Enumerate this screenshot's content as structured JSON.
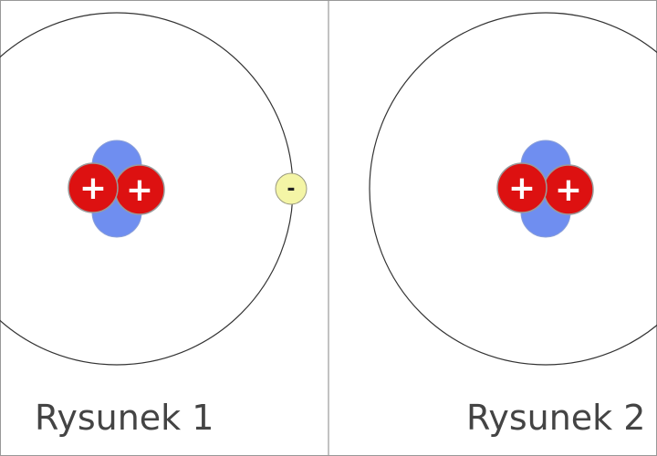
{
  "colors": {
    "background": "#ffffff",
    "frame": "#999999",
    "orbit": "#333333",
    "proton_fill": "#dd1111",
    "neutron_fill": "#6f8ef0",
    "electron_fill": "#f4f5a6",
    "caption_text": "#444444"
  },
  "panels": [
    {
      "caption": "Rysunek 1",
      "nucleus": {
        "protons": 2,
        "neutrons": 2,
        "proton_symbol": "+"
      },
      "electrons": [
        {
          "symbol": "-"
        }
      ]
    },
    {
      "caption": "Rysunek 2",
      "nucleus": {
        "protons": 2,
        "neutrons": 2,
        "proton_symbol": "+"
      },
      "electrons": []
    }
  ]
}
